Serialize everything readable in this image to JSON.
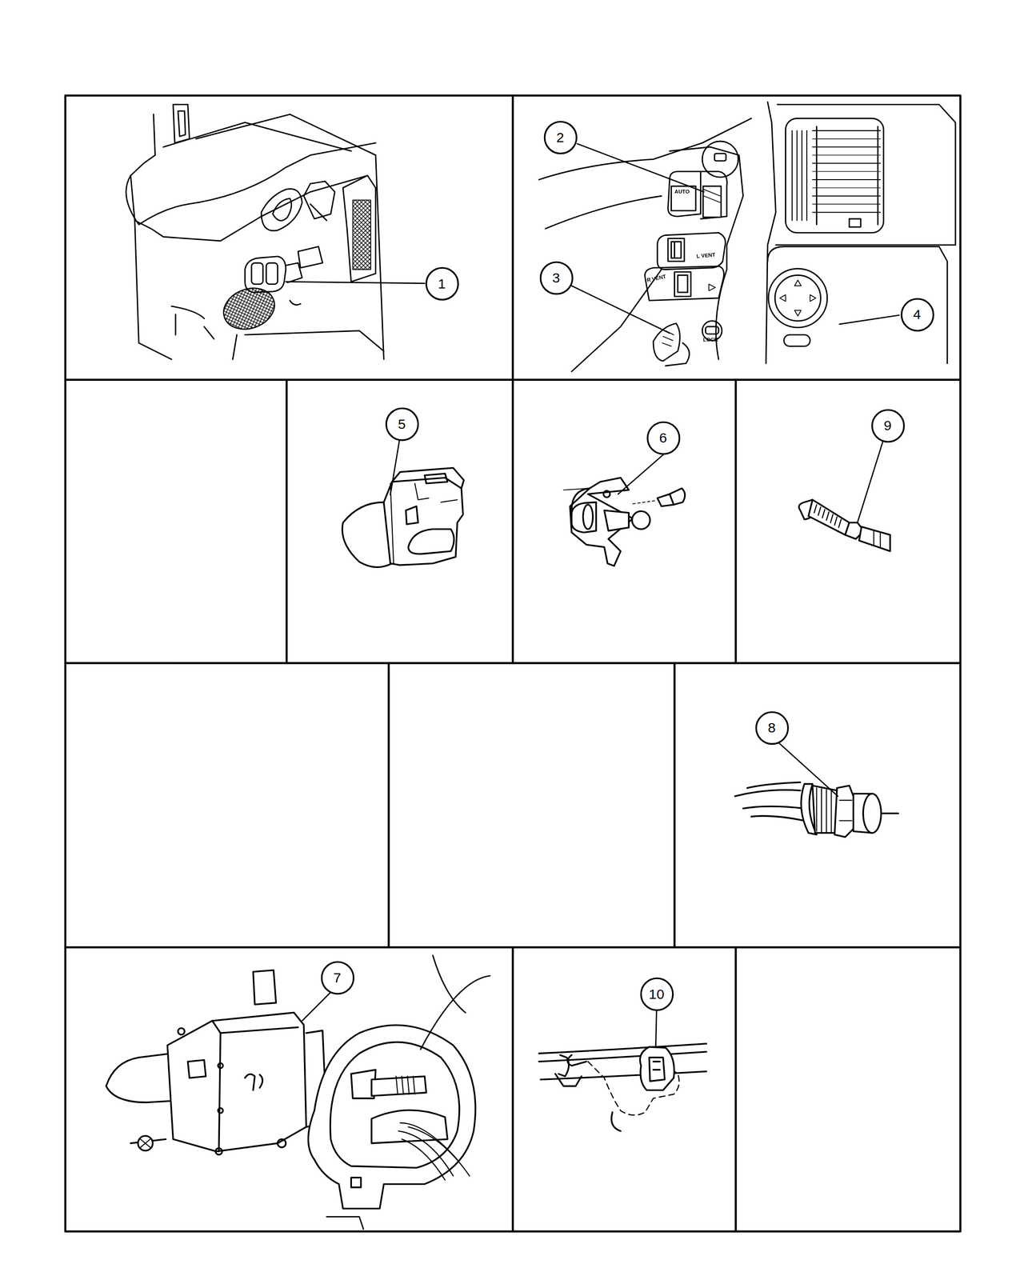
{
  "diagram": {
    "nodes": [
      {
        "text": [
          "1"
        ]
      },
      {
        "text": [
          "2"
        ]
      },
      {
        "text": [
          "3"
        ]
      },
      {
        "text": [
          "4"
        ]
      },
      {
        "text": [
          "5"
        ]
      },
      {
        "text": [
          "6"
        ]
      },
      {
        "text": [
          "9"
        ]
      },
      {
        "text": [
          "8"
        ]
      },
      {
        "text": [
          "7"
        ]
      },
      {
        "text": [
          "10"
        ]
      }
    ],
    "labels": [
      "AUTO",
      "L VENT",
      "R VENT",
      "LOCK"
    ]
  }
}
